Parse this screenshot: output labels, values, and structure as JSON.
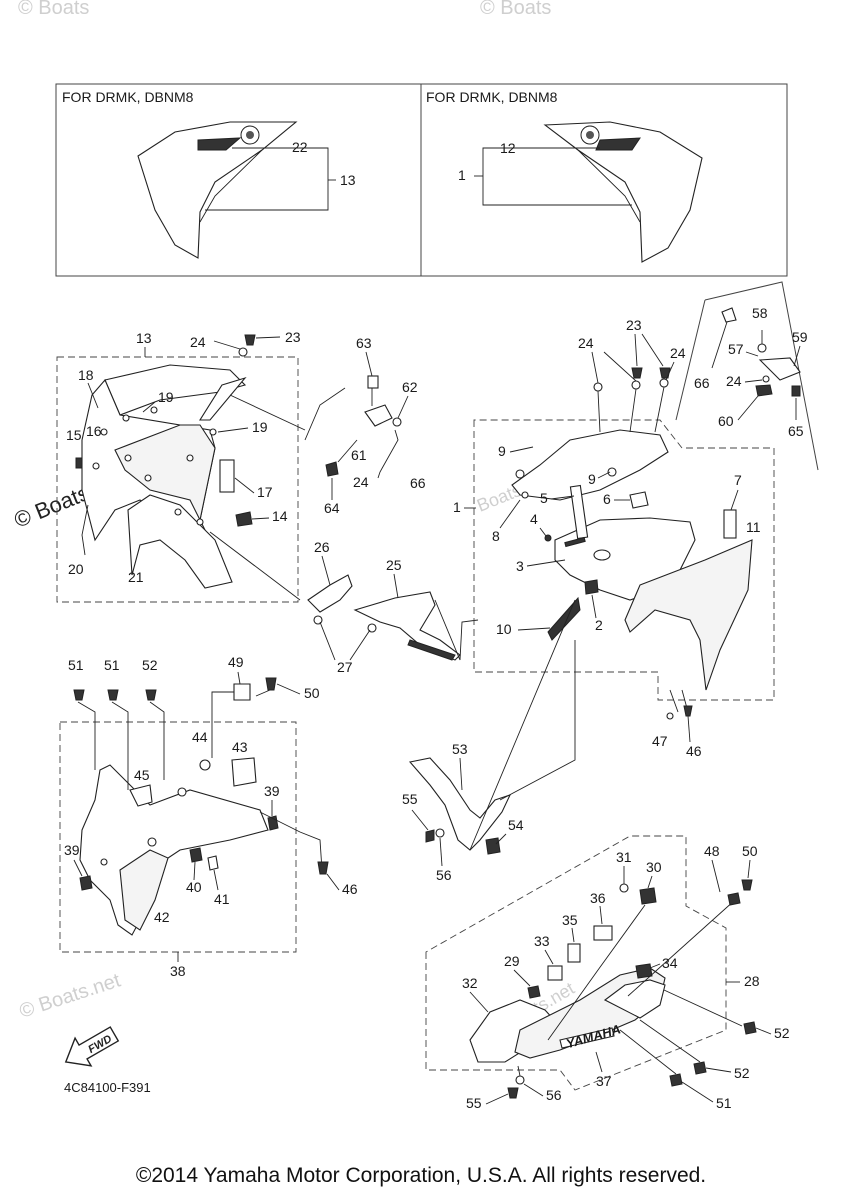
{
  "header_box": {
    "left_caption": "FOR DRMK, DBNM8",
    "right_caption": "FOR DRMK, DBNM8"
  },
  "watermarks": {
    "top_left": "© Boats",
    "top_right": "© Boats",
    "side": "© Boats.net",
    "mid": "Boats.net",
    "bottom_left": "© Boats.net",
    "bottom_right": "Boats.net"
  },
  "callouts": {
    "c1a": "1",
    "c1b": "1",
    "c2": "2",
    "c3": "3",
    "c4": "4",
    "c5": "5",
    "c6": "6",
    "c7": "7",
    "c8": "8",
    "c9a": "9",
    "c9b": "9",
    "c10": "10",
    "c11": "11",
    "c12": "12",
    "c13a": "13",
    "c13b": "13",
    "c14": "14",
    "c15": "15",
    "c16": "16",
    "c17": "17",
    "c18": "18",
    "c19a": "19",
    "c19b": "19",
    "c20": "20",
    "c21": "21",
    "c22": "22",
    "c23a": "23",
    "c23b": "23",
    "c24a": "24",
    "c24b": "24",
    "c24c": "24",
    "c24d": "24",
    "c24e": "24",
    "c25": "25",
    "c26": "26",
    "c27": "27",
    "c28": "28",
    "c29": "29",
    "c30": "30",
    "c31": "31",
    "c32": "32",
    "c33": "33",
    "c34": "34",
    "c35": "35",
    "c36": "36",
    "c37": "37",
    "c38": "38",
    "c39a": "39",
    "c39b": "39",
    "c40": "40",
    "c41": "41",
    "c42": "42",
    "c43": "43",
    "c44": "44",
    "c45": "45",
    "c46a": "46",
    "c46b": "46",
    "c47": "47",
    "c48": "48",
    "c49": "49",
    "c50a": "50",
    "c50b": "50",
    "c51a": "51",
    "c51b": "51",
    "c51c": "51",
    "c52a": "52",
    "c52b": "52",
    "c52c": "52",
    "c53": "53",
    "c54": "54",
    "c55a": "55",
    "c55b": "55",
    "c56a": "56",
    "c56b": "56",
    "c57": "57",
    "c58": "58",
    "c59": "59",
    "c60": "60",
    "c61": "61",
    "c62": "62",
    "c63": "63",
    "c64": "64",
    "c65": "65",
    "c66a": "66",
    "c66b": "66"
  },
  "fwd_badge": "FWD",
  "yamaha_decal": "YAMAHA",
  "figure_code": "4C84100-F391",
  "copyright": "©2014 Yamaha Motor Corporation, U.S.A. All rights reserved."
}
